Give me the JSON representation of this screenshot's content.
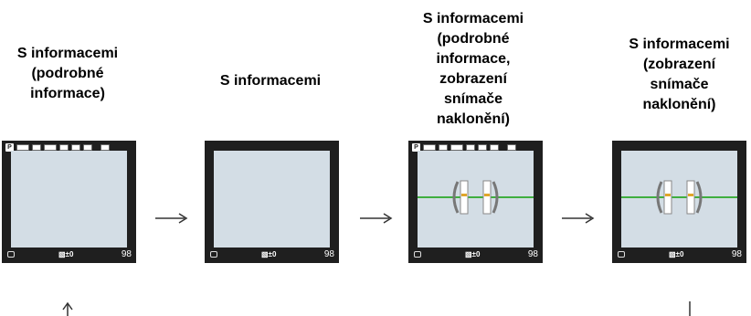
{
  "panels": [
    {
      "caption": "S informacemi\n(podrobné\ninformace)",
      "exposure": "±0",
      "count": "98",
      "mode": "P",
      "details": true,
      "tilt": false
    },
    {
      "caption": "S informacemi",
      "exposure": "±0",
      "count": "98",
      "mode": "",
      "details": false,
      "tilt": false
    },
    {
      "caption": "S informacemi\n(podrobné\ninformace,\nzobrazení\nsnímače\nnaklonění)",
      "exposure": "±0",
      "count": "98",
      "mode": "P",
      "details": true,
      "tilt": true
    },
    {
      "caption": "S informacemi\n(zobrazení\nsnímače\nnaklonění)",
      "exposure": "±0",
      "count": "98",
      "mode": "",
      "details": false,
      "tilt": true
    }
  ],
  "icons": [
    "right-arrow-icon",
    "up-arrow-icon"
  ],
  "colors": {
    "screen_frame": "#1f1f1f",
    "lcd": "#d3dde5",
    "horizon": "#3fae3f"
  }
}
